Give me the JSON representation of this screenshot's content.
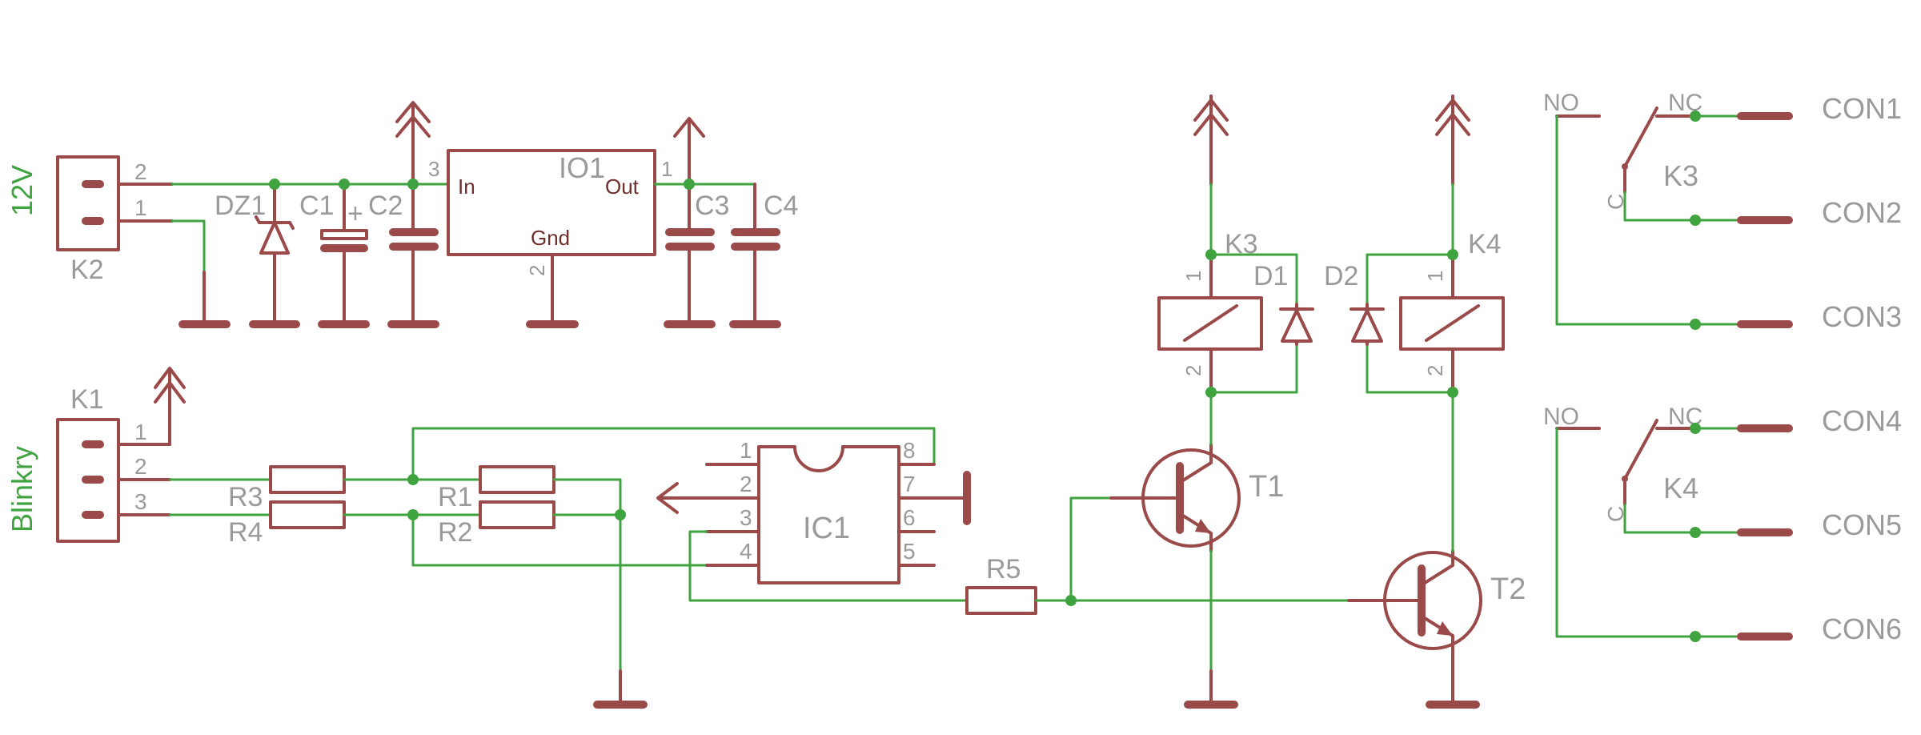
{
  "connectors": {
    "k2": {
      "ref": "K2",
      "net": "12V",
      "pin2": "2",
      "pin1": "1"
    },
    "k1": {
      "ref": "K1",
      "net": "Blinkry",
      "pin1": "1",
      "pin2": "2",
      "pin3": "3"
    }
  },
  "regulator": {
    "ref": "IO1",
    "in": "In",
    "out": "Out",
    "gnd": "Gnd",
    "pin_in": "3",
    "pin_out": "1",
    "pin_gnd": "2"
  },
  "parts": {
    "dz1": "DZ1",
    "c1": "C1",
    "c1_polarity": "+",
    "c2": "C2",
    "c3": "C3",
    "c4": "C4",
    "r1": "R1",
    "r2": "R2",
    "r3": "R3",
    "r4": "R4",
    "r5": "R5",
    "d1": "D1",
    "d2": "D2",
    "t1": "T1",
    "t2": "T2"
  },
  "ic1": {
    "ref": "IC1",
    "pins": [
      "1",
      "2",
      "3",
      "4",
      "5",
      "6",
      "7",
      "8"
    ]
  },
  "relays": {
    "k3_coil": {
      "ref": "K3",
      "pin1": "1",
      "pin2": "2"
    },
    "k4_coil": {
      "ref": "K4",
      "pin1": "1",
      "pin2": "2"
    },
    "k3_contacts": {
      "ref": "K3",
      "no": "NO",
      "nc": "NC",
      "c": "C"
    },
    "k4_contacts": {
      "ref": "K4",
      "no": "NO",
      "nc": "NC",
      "c": "C"
    }
  },
  "outputs": [
    "CON1",
    "CON2",
    "CON3",
    "CON4",
    "CON5",
    "CON6"
  ]
}
